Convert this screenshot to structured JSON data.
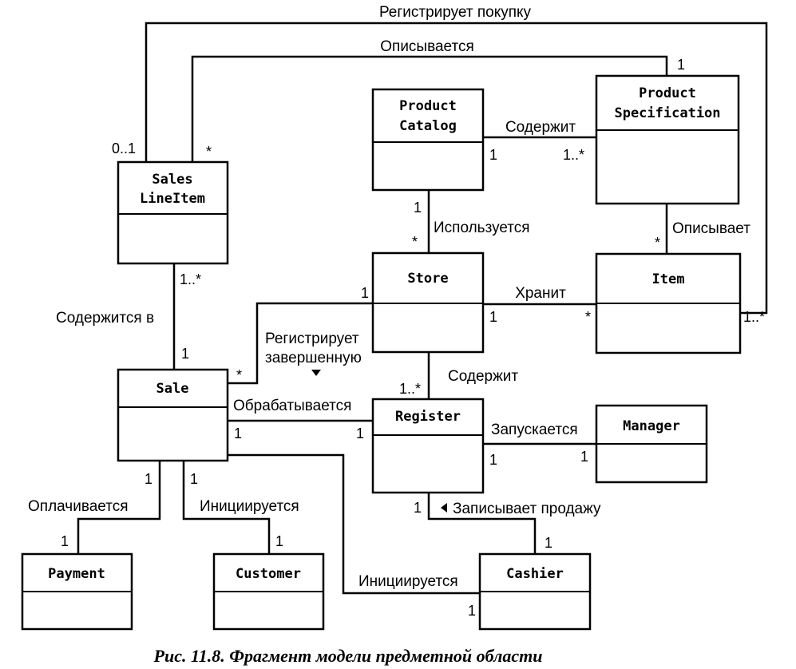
{
  "caption": "Рис. 11.8. Фрагмент модели предметной области",
  "classes": {
    "sales_line_item": [
      "Sales",
      "LineItem"
    ],
    "product_catalog": [
      "Product",
      "Catalog"
    ],
    "product_specification": [
      "Product",
      "Specification"
    ],
    "store": [
      "Store"
    ],
    "item": [
      "Item"
    ],
    "sale": [
      "Sale"
    ],
    "register": [
      "Register"
    ],
    "manager": [
      "Manager"
    ],
    "payment": [
      "Payment"
    ],
    "customer": [
      "Customer"
    ],
    "cashier": [
      "Cashier"
    ]
  },
  "associations": {
    "registers_purchase": "Регистрирует покупку",
    "described_top": "Описывается",
    "contains_catalog": "Содержит",
    "used": "Используется",
    "describes": "Описывает",
    "stores": "Хранит",
    "contained_in": "Содержится в",
    "registers_completed_1": "Регистрирует",
    "registers_completed_2": "завершенную",
    "contains_register": "Содержит",
    "processed": "Обрабатывается",
    "launched": "Запускается",
    "records_sale": "Записывает продажу",
    "paid": "Оплачивается",
    "initiated_customer": "Инициируется",
    "initiated_cashier": "Инициируется"
  },
  "multiplicities": {
    "sli_purchase": "0..1",
    "sli_described": "*",
    "spec_described": "1",
    "catalog_contains": "1",
    "spec_contains": "1..*",
    "catalog_used": "1",
    "store_used": "*",
    "spec_describes": "*",
    "item_purchase": "1..*",
    "store_stores": "1",
    "item_stores": "*",
    "sli_contained": "1..*",
    "sale_contained": "1",
    "store_registers": "1",
    "sale_registers": "*",
    "register_contains": "1..*",
    "sale_processed": "1",
    "register_processed": "1",
    "register_launched": "1",
    "manager_launched": "1",
    "register_records": "1",
    "cashier_records": "1",
    "sale_paid": "1",
    "payment_paid": "1",
    "sale_initiated": "1",
    "customer_initiated": "1",
    "cashier_initiated": "1"
  }
}
